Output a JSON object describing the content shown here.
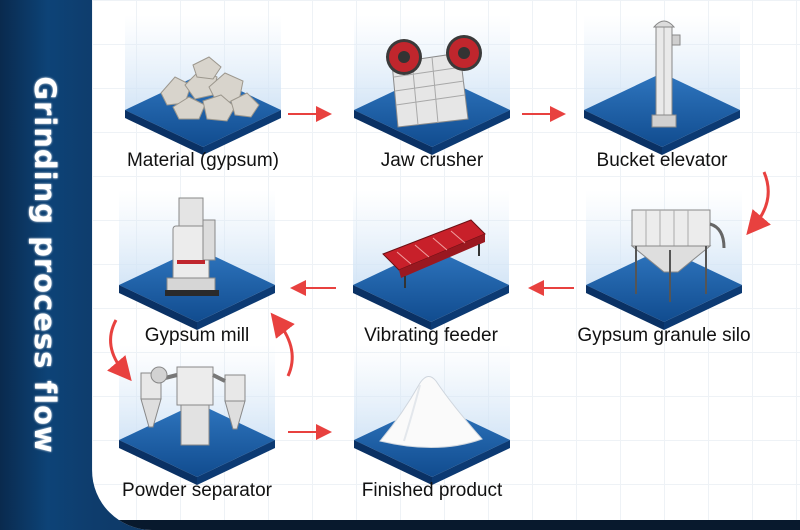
{
  "title": "Grinding process flow",
  "steps": [
    {
      "label": "Material (gypsum)",
      "icon": "gypsum-rocks-icon"
    },
    {
      "label": "Jaw crusher",
      "icon": "jaw-crusher-icon"
    },
    {
      "label": "Bucket elevator",
      "icon": "bucket-elevator-icon"
    },
    {
      "label": "Gypsum granule silo",
      "icon": "granule-silo-icon"
    },
    {
      "label": "Vibrating feeder",
      "icon": "vibrating-feeder-icon"
    },
    {
      "label": "Gypsum mill",
      "icon": "gypsum-mill-icon"
    },
    {
      "label": "Powder separator",
      "icon": "powder-separator-icon"
    },
    {
      "label": "Finished product",
      "icon": "powder-pile-icon"
    }
  ],
  "colors": {
    "platform_dark": "#0f3f78",
    "platform_light": "#2a6fb5",
    "arrow": "#e8413f",
    "sidebar": "#0e3c6c"
  }
}
